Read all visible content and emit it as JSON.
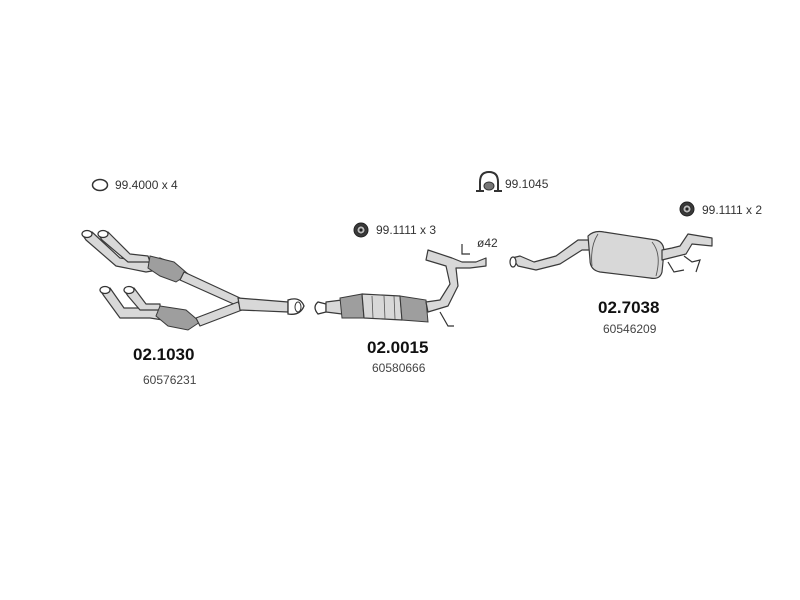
{
  "assembly_1": {
    "ref_icon": "gasket-ring-icon",
    "ref_text": "99.4000 x 4",
    "part_number": "02.1030",
    "oem_number": "60576231"
  },
  "assembly_2": {
    "ref_icon": "rubber-mount-icon",
    "ref_text": "99.1111  x 3",
    "diameter": "ø42",
    "part_number": "02.0015",
    "oem_number": "60580666"
  },
  "assembly_3": {
    "ref_icon": "u-clamp-icon",
    "ref_text": "99.1045",
    "mount_icon": "rubber-mount-icon",
    "mount_text": "99.1111  x 2",
    "part_number": "02.7038",
    "oem_number": "60546209"
  },
  "colors": {
    "line": "#3a3a3a",
    "pipe_fill": "#d8d8d8",
    "shade": "#9e9e9e",
    "dark": "#3b3b3b"
  }
}
